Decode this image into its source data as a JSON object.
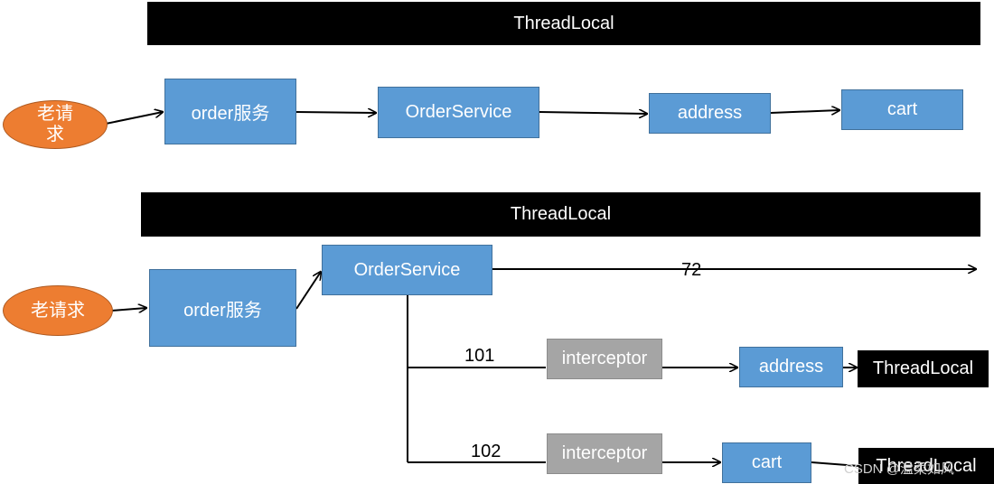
{
  "top": {
    "bar_label": "ThreadLocal",
    "request_label": "老请\n求",
    "nodes": [
      "order服务",
      "OrderService",
      "address",
      "cart"
    ]
  },
  "bottom": {
    "bar_label": "ThreadLocal",
    "request_label": "老请求",
    "order_service": "order服务",
    "service": "OrderService",
    "edge_labels": {
      "main": "72",
      "branch1": "101",
      "branch2": "102"
    },
    "branch1": {
      "interceptor": "interceptor",
      "target": "address",
      "threadlocal": "ThreadLocal"
    },
    "branch2": {
      "interceptor": "interceptor",
      "target": "cart",
      "threadlocal": "ThreadLocal"
    }
  },
  "watermark": "CSDN @温柔如风",
  "colors": {
    "box": "#5b9bd5",
    "request": "#ed7d31",
    "interceptor": "#a5a5a5",
    "bar": "#000000"
  }
}
